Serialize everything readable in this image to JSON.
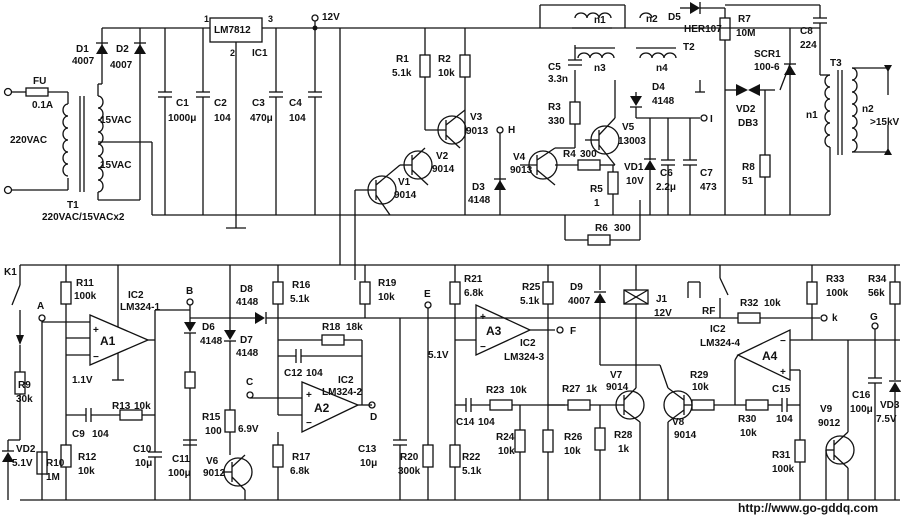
{
  "mains": {
    "fuse": "FU",
    "fuse_value": "0.1A",
    "voltage": "220VAC",
    "transformer": "T1",
    "transformer_spec": "220VAC/15VACx2",
    "sec1": "15VAC",
    "sec2": "15VAC"
  },
  "rect": {
    "d1": "D1",
    "d1v": "4007",
    "d2": "D2",
    "d2v": "4007"
  },
  "reg": {
    "ic": "LM7812",
    "ic_ref": "IC1",
    "pin1": "1",
    "pin2": "2",
    "pin3": "3",
    "rail": "12V"
  },
  "caps_top": {
    "c1": "C1",
    "c1v": "1000μ",
    "c2": "C2",
    "c2v": "104",
    "c3": "C3",
    "c3v": "470μ",
    "c4": "C4",
    "c4v": "104"
  },
  "drv": {
    "r1": "R1",
    "r1v": "5.1k",
    "r2": "R2",
    "r2v": "10k",
    "v1": "V1",
    "v1v": "9014",
    "v2": "V2",
    "v2v": "9014",
    "v3": "V3",
    "v3v": "9013",
    "h": "H",
    "v4": "V4",
    "v4v": "9013",
    "d3": "D3",
    "d3v": "4148",
    "r3": "R3",
    "r3v": "330",
    "r4": "R4",
    "r4v": "300",
    "r5": "R5",
    "r5v": "1",
    "r6": "R6",
    "r6v": "300",
    "v5": "V5",
    "v5v": "13003",
    "vd1": "VD1",
    "vd1v": "10V",
    "c5": "C5",
    "c5v": "3.3n"
  },
  "hv": {
    "n1": "n1",
    "n2": "n2",
    "n3": "n3",
    "n4": "n4",
    "t2": "T2",
    "d5": "D5",
    "d5v": "HER107",
    "d4": "D4",
    "d4v": "4148",
    "i": "I",
    "c6": "C6",
    "c6v": "2.2μ",
    "c7": "C7",
    "c7v": "473",
    "r7": "R7",
    "r7v": "10M",
    "scr": "SCR1",
    "scrv": "100-6",
    "vd2": "VD2",
    "vd2v": "DB3",
    "r8": "R8",
    "r8v": "51",
    "c8": "C8",
    "c8v": "224",
    "t3": "T3",
    "tn1": "n1",
    "tn2": "n2",
    "out": ">15kV"
  },
  "ctrl_left": {
    "k1": "K1",
    "a": "A",
    "r11": "R11",
    "r11v": "100k",
    "ic2_1": "IC2",
    "ic2_1v": "LM324-1",
    "a1": "A1",
    "v11": "1.1V",
    "r9": "R9",
    "r9v": "30k",
    "vd2": "VD2",
    "vd2v": "5.1V",
    "r10": "R10",
    "r10v": "1M",
    "r12": "R12",
    "r12v": "10k",
    "c9": "C9",
    "c9v": "104",
    "r13": "R13",
    "r13v": "10k",
    "c10": "C10",
    "c10v": "10μ"
  },
  "ctrl_mid": {
    "b": "B",
    "d6": "D6",
    "d6v": "4148",
    "d7": "D7",
    "d7v": "4148",
    "d8": "D8",
    "d8v": "4148",
    "r16": "R16",
    "r16v": "5.1k",
    "r15": "R15",
    "r15v": "100",
    "c11": "C11",
    "c11v": "100μ",
    "c": "C",
    "v69": "6.9V",
    "v6": "V6",
    "v6v": "9012",
    "r18": "R18",
    "r18v": "18k",
    "c12": "C12",
    "c12v": "104",
    "ic2_2": "IC2",
    "ic2_2v": "LM324-2",
    "a2": "A2",
    "d": "D",
    "r17": "R17",
    "r17v": "6.8k",
    "r19": "R19",
    "r19v": "10k",
    "c13": "C13",
    "c13v": "10μ"
  },
  "ctrl_right": {
    "e": "E",
    "v51": "5.1V",
    "r20": "R20",
    "r20v": "300k",
    "r21": "R21",
    "r21v": "6.8k",
    "r22": "R22",
    "r22v": "5.1k",
    "a3": "A3",
    "ic2_3": "IC2",
    "ic2_3v": "LM324-3",
    "f": "F",
    "c14": "C14",
    "c14v": "104",
    "r23": "R23",
    "r23v": "10k",
    "r24": "R24",
    "r24v": "10k",
    "r25": "R25",
    "r25v": "5.1k",
    "d9": "D9",
    "d9v": "4007",
    "j1": "J1",
    "j1v": "12V",
    "r26": "R26",
    "r26v": "10k",
    "r27": "R27",
    "r27v": "1k",
    "r28": "R28",
    "r28v": "1k",
    "v7": "V7",
    "v7v": "9014",
    "v8": "V8",
    "v8v": "9014",
    "r29": "R29",
    "r29v": "10k",
    "r30": "R30",
    "r30v": "10k",
    "c15": "C15",
    "c15v": "104",
    "r31": "R31",
    "r31v": "100k",
    "rf": "RF",
    "r32": "R32",
    "r32v": "10k",
    "k": "k",
    "ic2_4": "IC2",
    "ic2_4v": "LM324-4",
    "a4": "A4",
    "r33": "R33",
    "r33v": "100k",
    "r34": "R34",
    "r34v": "56k",
    "g": "G",
    "c16": "C16",
    "c16v": "100μ",
    "vd3": "VD3",
    "vd3v": "7.5V",
    "v9": "V9",
    "v9v": "9012"
  },
  "watermark": "http://www.go-gddq.com"
}
